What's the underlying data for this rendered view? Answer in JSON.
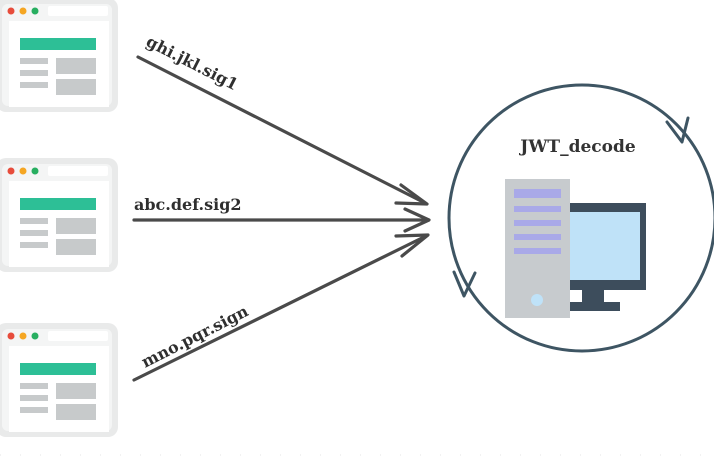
{
  "diagram": {
    "server_label": "JWT_decode",
    "tokens": [
      {
        "text": "ghi.jkl.sig1"
      },
      {
        "text": "abc.def.sig2"
      },
      {
        "text": "mno.pqr.sign"
      }
    ]
  },
  "colors": {
    "browser_frame": "#e9eaea",
    "browser_bar": "#ffffff",
    "dot_red": "#e74c3c",
    "dot_orange": "#f5a623",
    "dot_green": "#27ae60",
    "accent_teal": "#2dbf96",
    "placeholder_gray": "#c7cacb",
    "arrow": "#4a4a4a",
    "circle": "#3e5563",
    "tower": "#c7cbce",
    "tower_slot": "#a9a9e8",
    "monitor_frame": "#3d4d5c",
    "monitor_screen": "#bfe2f8",
    "power_led": "#bfe2f8"
  },
  "icons": [
    "browser-window-icon",
    "computer-icon",
    "cycle-arrow-icon"
  ]
}
